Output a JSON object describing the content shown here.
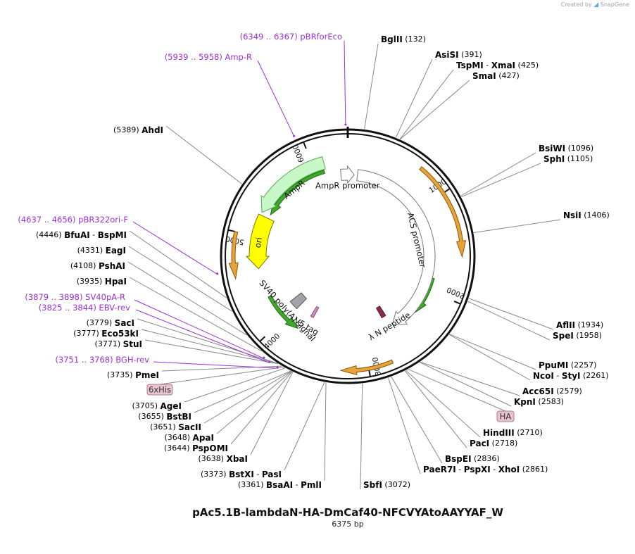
{
  "brand": {
    "prefix": "Created by",
    "name": "SnapGene",
    "logo_icon": "snapgene-logo-icon"
  },
  "plasmid": {
    "name": "pAc5.1B-lambdaN-HA-DmCaf40-NFCVYAtoAAYYAF_W",
    "size_label": "6375 bp",
    "length": 6375
  },
  "ticks": [
    "1000",
    "2000",
    "3000",
    "4000",
    "5000",
    "6000"
  ],
  "features": [
    {
      "name": "AmpR promoter",
      "start": 6290,
      "end": 80,
      "direction": "cw",
      "color": "#ffffff",
      "stroke": "#777777",
      "ring": "inner"
    },
    {
      "name": "AmpR",
      "start": 5260,
      "end": 6120,
      "direction": "ccw",
      "color": "#c8f7c8",
      "stroke": "#55aa55",
      "ring": "inner"
    },
    {
      "name": "ACS promoter",
      "start": 120,
      "end": 2600,
      "direction": "cw",
      "color": "#ffffff",
      "stroke": "#777777",
      "ring": "inner"
    },
    {
      "name": "ori",
      "start": 4640,
      "end": 5230,
      "direction": "ccw",
      "color": "#ffff00",
      "stroke": "#777700",
      "ring": "inner"
    },
    {
      "name": "SV40 poly(A) signal",
      "start": 3970,
      "end": 4105,
      "direction": "none",
      "color": "#a0a4aa",
      "stroke": "#555555",
      "ring": "inner"
    },
    {
      "name": "V5 tag",
      "start": 3707,
      "end": 3750,
      "direction": "none",
      "color": "#c890b8",
      "stroke": "#885577",
      "ring": "inner"
    },
    {
      "name": "λ N peptide",
      "start": 2610,
      "end": 2676,
      "direction": "none",
      "color": "#8b2a4c",
      "stroke": "#5a1a30",
      "ring": "inner"
    }
  ],
  "orfs": [
    {
      "start": 700,
      "end": 1600,
      "direction": "cw"
    },
    {
      "start": 1850,
      "end": 2300,
      "direction": "cw"
    },
    {
      "start": 2780,
      "end": 3250,
      "direction": "cw"
    },
    {
      "start": 3800,
      "end": 4300,
      "direction": "ccw"
    },
    {
      "start": 4580,
      "end": 5000,
      "direction": "ccw"
    },
    {
      "start": 5280,
      "end": 6100,
      "direction": "ccw"
    }
  ],
  "sites_right": [
    {
      "items": [
        "BglII"
      ],
      "pos": "(132)",
      "at": 132
    },
    {
      "items": [
        "AsiSI"
      ],
      "pos": "(391)",
      "at": 391
    },
    {
      "items": [
        "TspMI",
        "XmaI"
      ],
      "pos": "(425)",
      "at": 425
    },
    {
      "items": [
        "SmaI"
      ],
      "pos": "(427)",
      "at": 427
    },
    {
      "items": [
        "BsiWI"
      ],
      "pos": "(1096)",
      "at": 1096
    },
    {
      "items": [
        "SphI"
      ],
      "pos": "(1105)",
      "at": 1105
    },
    {
      "items": [
        "NsiI"
      ],
      "pos": "(1406)",
      "at": 1406
    },
    {
      "items": [
        "AflII"
      ],
      "pos": "(1934)",
      "at": 1934
    },
    {
      "items": [
        "SpeI"
      ],
      "pos": "(1958)",
      "at": 1958
    },
    {
      "items": [
        "PpuMI"
      ],
      "pos": "(2257)",
      "at": 2257
    },
    {
      "items": [
        "NcoI",
        "StyI"
      ],
      "pos": "(2261)",
      "at": 2261
    },
    {
      "items": [
        "Acc65I"
      ],
      "pos": "(2579)",
      "at": 2579
    },
    {
      "items": [
        "KpnI"
      ],
      "pos": "(2583)",
      "at": 2583
    },
    {
      "items": [
        "HindIII"
      ],
      "pos": "(2710)",
      "at": 2710
    },
    {
      "items": [
        "PacI"
      ],
      "pos": "(2718)",
      "at": 2718
    },
    {
      "items": [
        "BspEI"
      ],
      "pos": "(2836)",
      "at": 2836
    },
    {
      "items": [
        "PaeR7I",
        "PspXI",
        "XhoI"
      ],
      "pos": "(2861)",
      "at": 2861
    },
    {
      "items": [
        "SbfI"
      ],
      "pos": "(3072)",
      "at": 3072
    }
  ],
  "sites_left": [
    {
      "items": [
        "BstXI",
        "PasI"
      ],
      "pos": "(3373)",
      "at": 3373
    },
    {
      "items": [
        "BsaAI",
        "PmlI"
      ],
      "pos": "(3361)",
      "at": 3361
    },
    {
      "items": [
        "XbaI"
      ],
      "pos": "(3638)",
      "at": 3638
    },
    {
      "items": [
        "PspOMI"
      ],
      "pos": "(3644)",
      "at": 3644
    },
    {
      "items": [
        "ApaI"
      ],
      "pos": "(3648)",
      "at": 3648
    },
    {
      "items": [
        "SacII"
      ],
      "pos": "(3651)",
      "at": 3651
    },
    {
      "items": [
        "BstBI"
      ],
      "pos": "(3655)",
      "at": 3655
    },
    {
      "items": [
        "AgeI"
      ],
      "pos": "(3705)",
      "at": 3705
    },
    {
      "items": [
        "PmeI"
      ],
      "pos": "(3735)",
      "at": 3735
    },
    {
      "items": [
        "StuI"
      ],
      "pos": "(3771)",
      "at": 3771
    },
    {
      "items": [
        "Eco53kI"
      ],
      "pos": "(3777)",
      "at": 3777
    },
    {
      "items": [
        "SacI"
      ],
      "pos": "(3779)",
      "at": 3779
    },
    {
      "items": [
        "HpaI"
      ],
      "pos": "(3935)",
      "at": 3935
    },
    {
      "items": [
        "PshAI"
      ],
      "pos": "(4108)",
      "at": 4108
    },
    {
      "items": [
        "EagI"
      ],
      "pos": "(4331)",
      "at": 4331
    },
    {
      "items": [
        "BfuAI",
        "BspMI"
      ],
      "pos": "(4446)",
      "at": 4446
    },
    {
      "items": [
        "AhdI"
      ],
      "pos": "(5389)",
      "at": 5389
    }
  ],
  "primers": [
    {
      "name": "pBRforEco",
      "range": "(6349 .. 6367)",
      "at": 6358
    },
    {
      "name": "Amp-R",
      "range": "(5939 .. 5958)",
      "at": 5948
    },
    {
      "name": "pBR322ori-F",
      "range": "(4637 .. 4656)",
      "at": 4646
    },
    {
      "name": "SV40pA-R",
      "range": "(3879 .. 3898)",
      "at": 3888
    },
    {
      "name": "EBV-rev",
      "range": "(3825 .. 3844)",
      "at": 3834
    },
    {
      "name": "BGH-rev",
      "range": "(3751 .. 3768)",
      "at": 3759
    }
  ],
  "boxed_labels": [
    {
      "name": "6xHis",
      "at": 3720
    },
    {
      "name": "HA",
      "at": 2690
    }
  ],
  "colors": {
    "backbone": "#111111",
    "primer": "#9b30d9",
    "orf_fill": "#e8a338",
    "orf_stroke": "#8a5a10",
    "box_fill": "#e9c3cf",
    "box_stroke": "#b07f8c",
    "leader": "#888888"
  }
}
